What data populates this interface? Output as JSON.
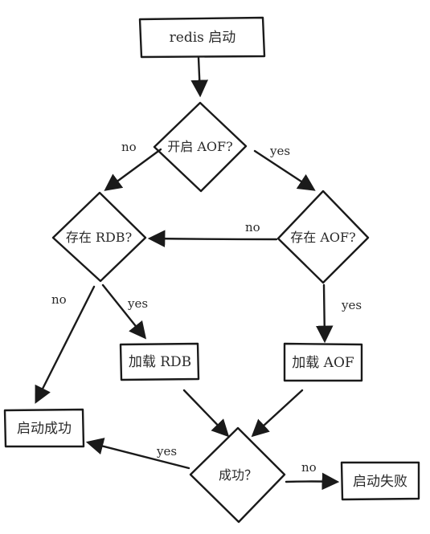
{
  "nodes": {
    "start": "redis 启动",
    "aof_enabled": "开启 AOF?",
    "rdb_exists": "存在 RDB?",
    "aof_exists": "存在 AOF?",
    "load_rdb": "加载 RDB",
    "load_aof": "加载 AOF",
    "success_check": "成功？",
    "start_success": "启动成功",
    "start_fail": "启动失败"
  },
  "edges": {
    "aof_enabled_no": "no",
    "aof_enabled_yes": "yes",
    "aof_exists_no": "no",
    "aof_exists_yes": "yes",
    "rdb_exists_no": "no",
    "rdb_exists_yes": "yes",
    "success_yes": "yes",
    "success_no": "no"
  },
  "style": {
    "stroke_color": "#1a1a1a",
    "text_color": "#2a2a2a",
    "background": "#ffffff"
  }
}
